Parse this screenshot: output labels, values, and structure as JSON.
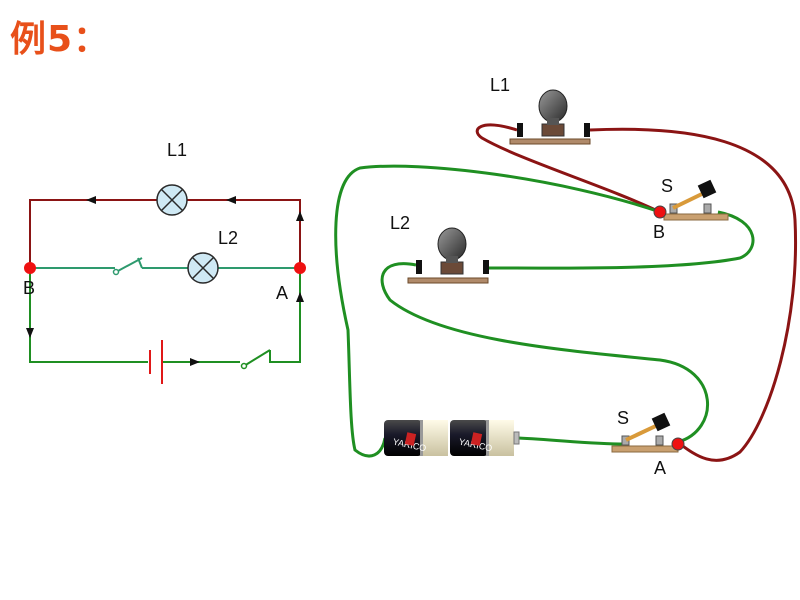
{
  "title": "例5：",
  "schematic": {
    "lamp1": "L1",
    "lamp2": "L2",
    "node_a": "A",
    "node_b": "B"
  },
  "physical": {
    "lamp1": "L1",
    "lamp2": "L2",
    "switch_top": "S",
    "switch_bottom": "S",
    "node_a": "A",
    "node_b": "B",
    "battery_brand": "YARICO"
  },
  "colors": {
    "title": "#e8501a",
    "wire_green": "#1f8f22",
    "wire_dark_red": "#8b1414",
    "node_red": "#ee1111",
    "lamp_fill": "#cfe9f4"
  }
}
